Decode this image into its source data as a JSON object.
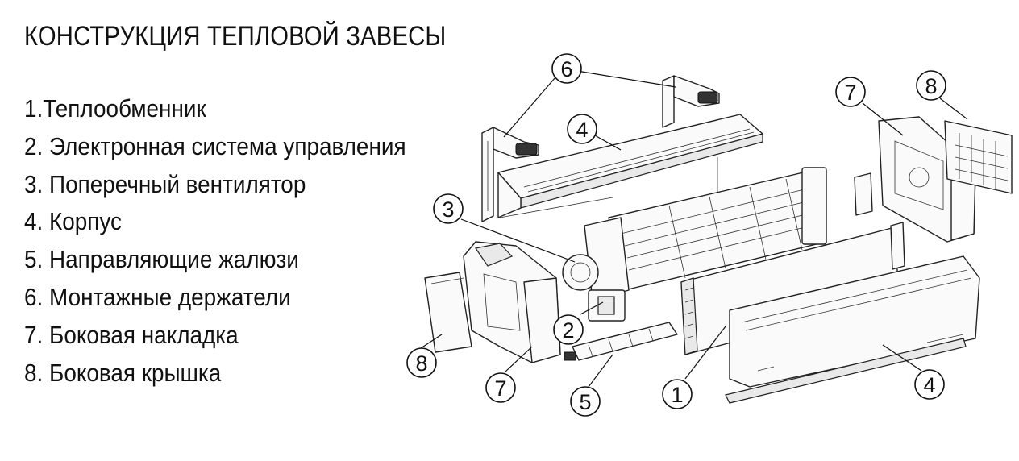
{
  "title": "КОНСТРУКЦИЯ ТЕПЛОВОЙ ЗАВЕСЫ",
  "legend": [
    "1.Теплообменник",
    "2. Электронная система управления",
    "3. Поперечный вентилятор",
    "4. Корпус",
    "5. Направляющие жалюзи",
    "6. Монтажные держатели",
    "7. Боковая накладка",
    "8. Боковая крышка"
  ],
  "callouts": {
    "c1": "1",
    "c2": "2",
    "c3": "3",
    "c4a": "4",
    "c4b": "4",
    "c5": "5",
    "c6": "6",
    "c7a": "7",
    "c7b": "7",
    "c8a": "8",
    "c8b": "8"
  }
}
